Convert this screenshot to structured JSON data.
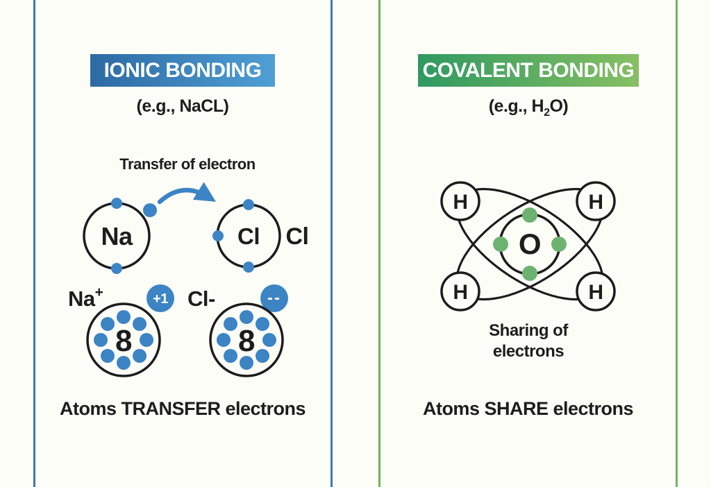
{
  "diagram": {
    "background": "#fdfdf8",
    "ink": "#1d1d1b",
    "left": {
      "border_color": "#3f7ab0",
      "title": "IONIC BONDING",
      "title_bg_from": "#2d6aa3",
      "title_bg_to": "#4f9fd4",
      "subtitle": "(e.g., NaCL)",
      "transfer_label": "Transfer of electron",
      "electron_color": "#3c84c4",
      "na_symbol": "Na",
      "cl_symbol": "Cl",
      "cl_outer": "Cl",
      "na_ion_symbol": "Na",
      "na_ion_charge": "+",
      "na_ion_badge": "+1",
      "cl_ion_symbol": "Cl-",
      "cl_ion_badge": "--",
      "shell_count_na": "8",
      "shell_count_cl": "8",
      "caption": "Atoms TRANSFER electrons"
    },
    "right": {
      "border_color": "#74b05c",
      "title": "COVALENT BONDING",
      "title_bg_from": "#2f9960",
      "title_bg_to": "#87bf63",
      "subtitle_prefix": "(e.g., H",
      "subtitle_sub": "2",
      "subtitle_suffix": "O)",
      "electron_color": "#6db271",
      "o_symbol": "O",
      "h_symbol": "H",
      "sharing_label": "Sharing of\nelectrons",
      "caption": "Atoms SHARE electrons"
    }
  }
}
